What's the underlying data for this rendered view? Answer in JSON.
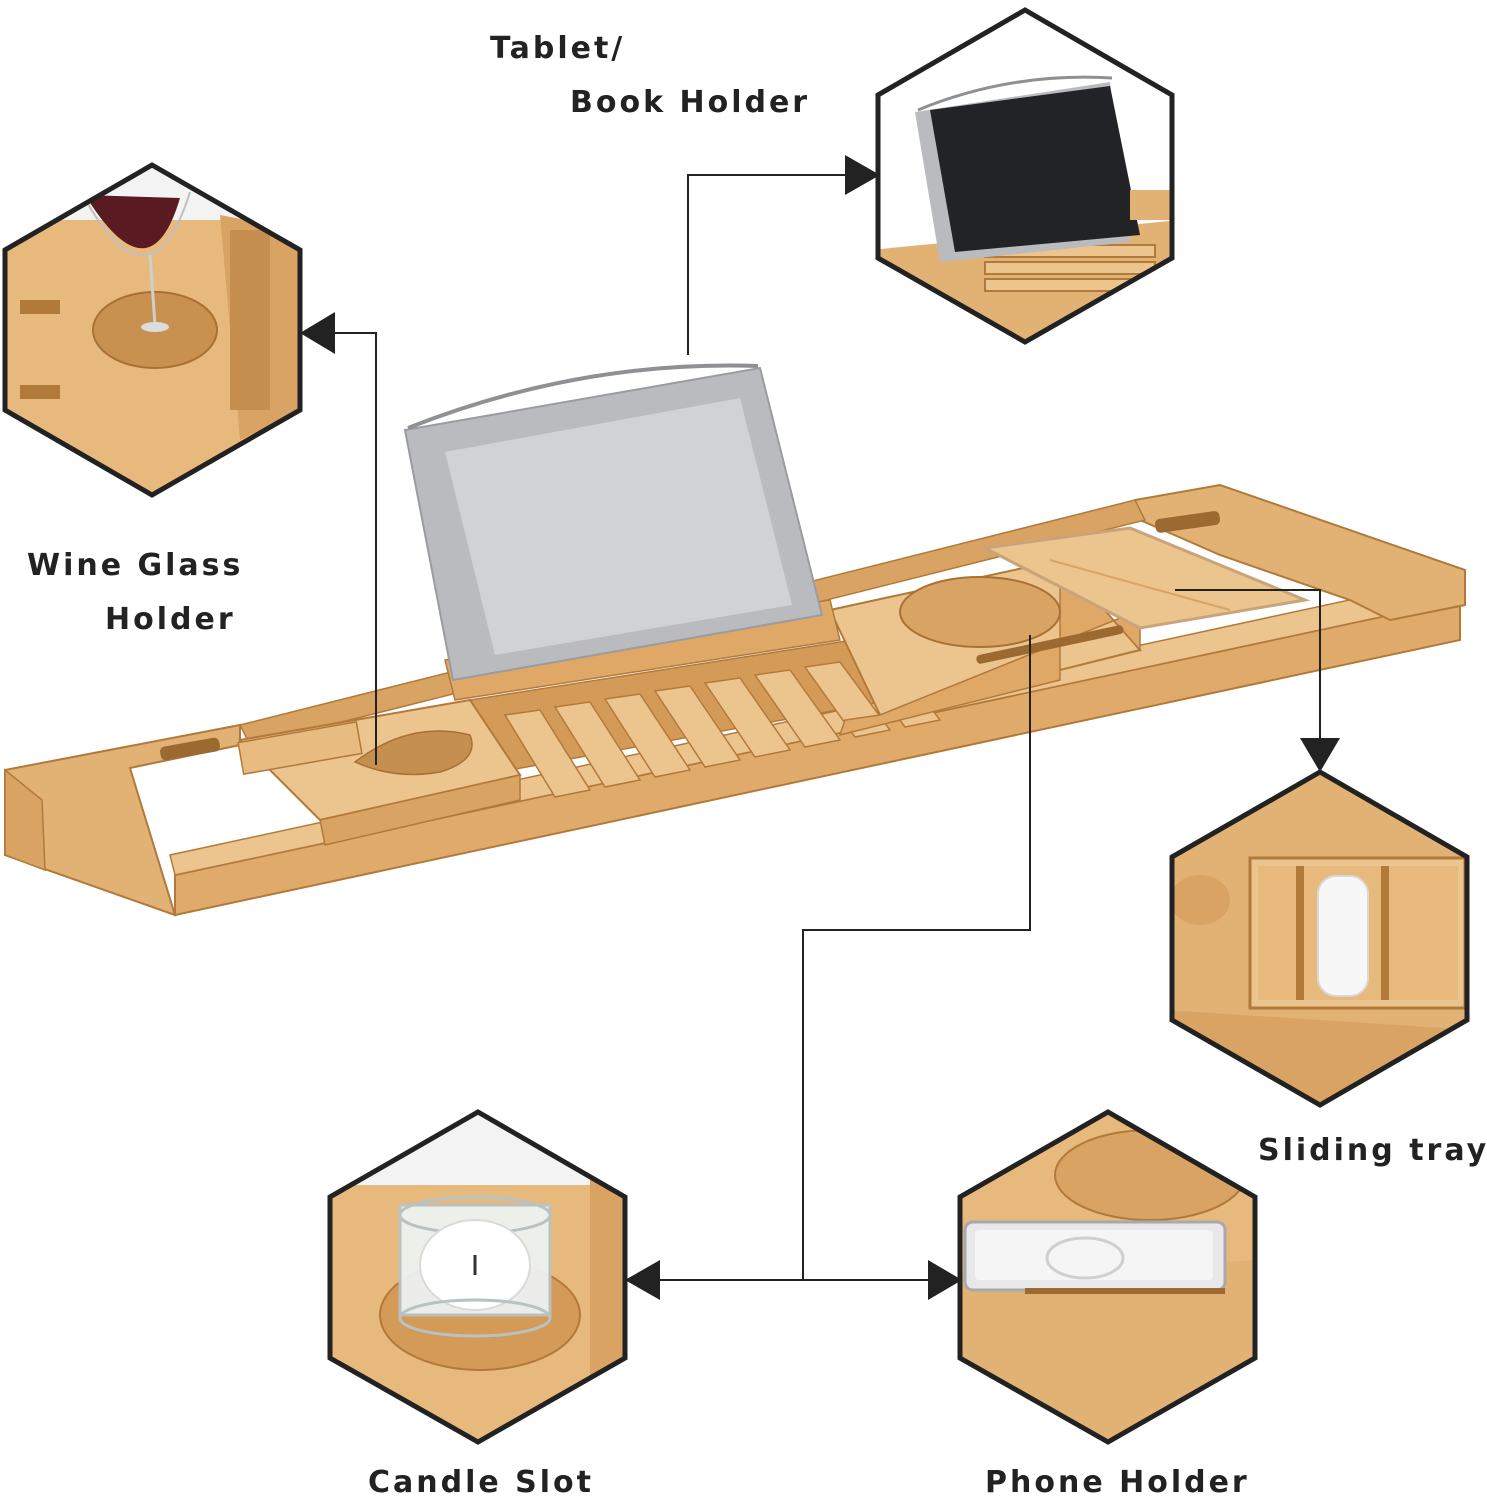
{
  "labels": {
    "tablet_line1": "Tablet/",
    "tablet_line2": "Book Holder",
    "wine_line1": "Wine Glass",
    "wine_line2": "Holder",
    "sliding_tray": "Sliding tray",
    "candle_slot": "Candle Slot",
    "phone_holder": "Phone Holder"
  },
  "colors": {
    "background": "#ffffff",
    "bamboo": "#e2b174",
    "bamboo_light": "#ecc48d",
    "bamboo_dark": "#c48f4f",
    "bamboo_edge": "#b27a3a",
    "fabric": "#b9bbbf",
    "fabric_light": "#d0d2d5",
    "frame_line": "#222222",
    "text": "#222222"
  },
  "icons": {
    "arrow": "triangle-arrowhead",
    "detail_frame": "hexagon"
  }
}
